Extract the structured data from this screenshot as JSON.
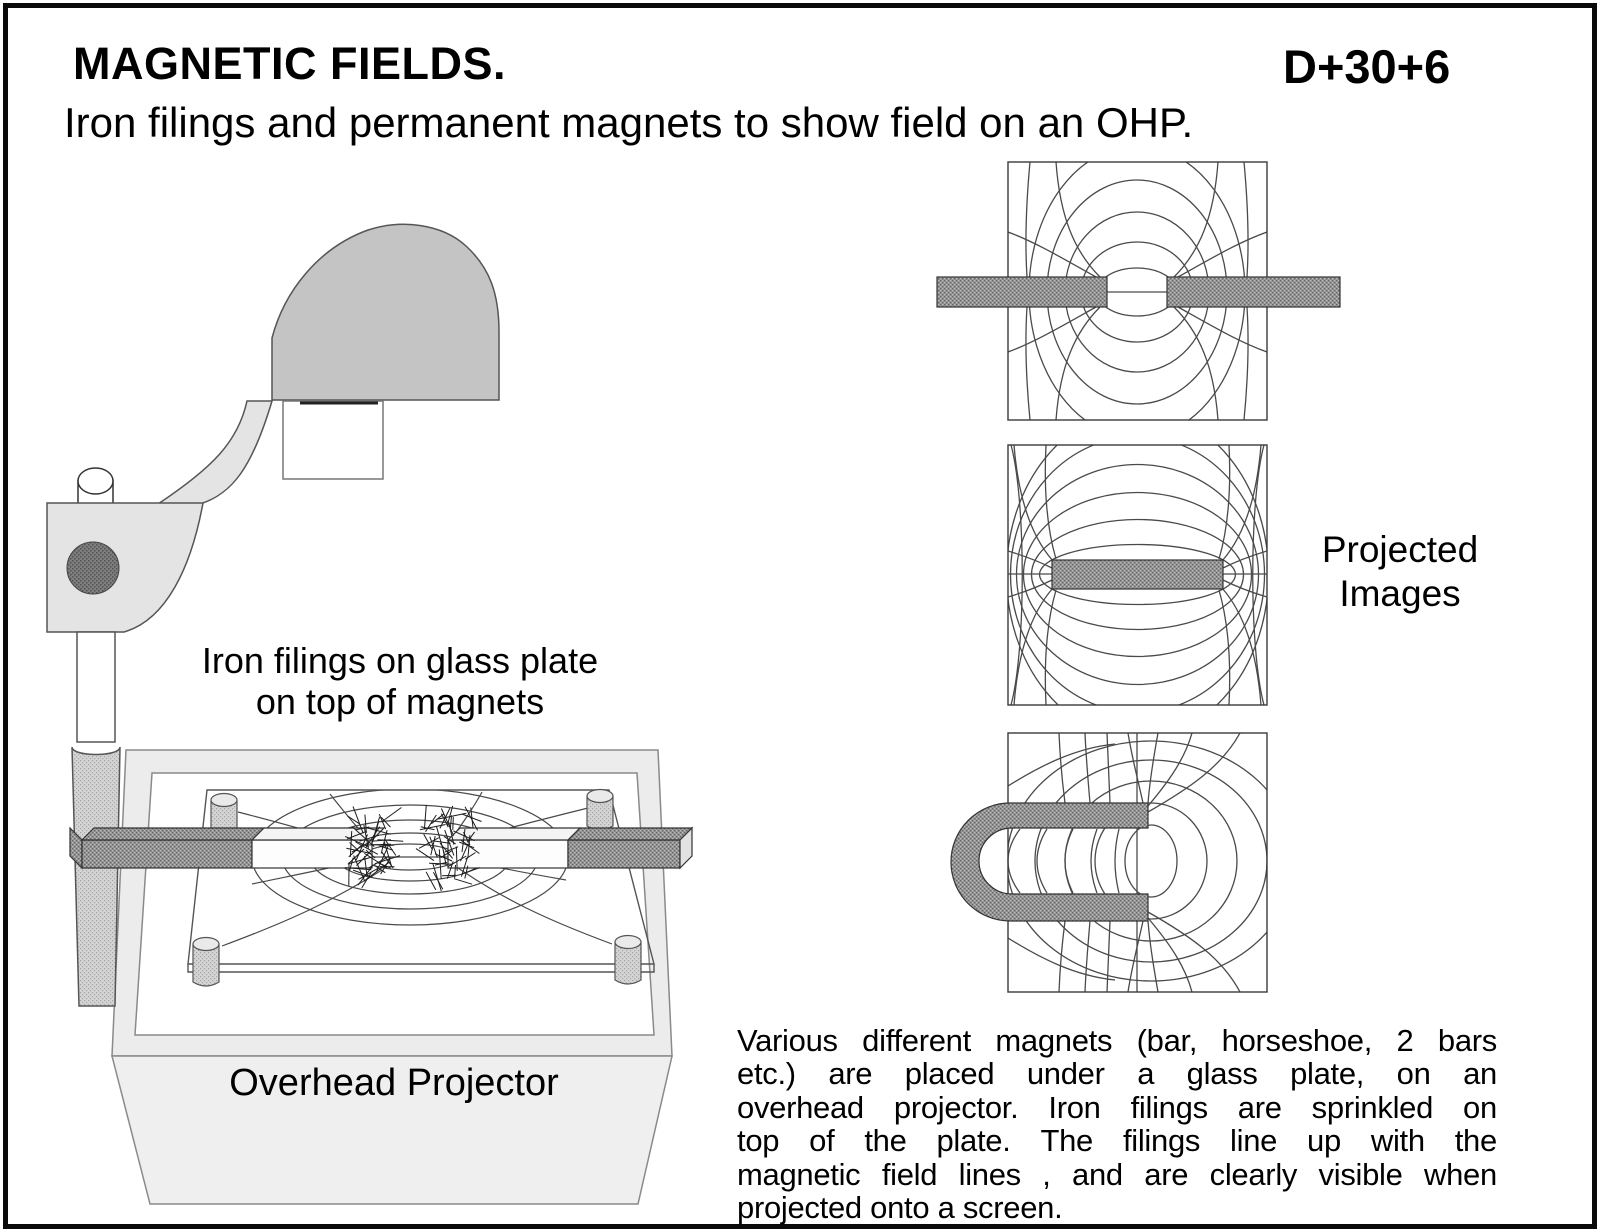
{
  "header": {
    "title": "MAGNETIC FIELDS.",
    "code": "D+30+6",
    "subtitle": "Iron filings and permanent magnets to show field on an OHP."
  },
  "projector": {
    "plate_label_line1": "Iron filings on glass plate",
    "plate_label_line2": "on top of magnets",
    "body_label": "Overhead Projector"
  },
  "projected_images": {
    "label_line1": "Projected",
    "label_line2": "Images"
  },
  "description": {
    "lines": [
      "Various different magnets (bar, horseshoe, 2 bars",
      "etc.) are placed under a glass plate, on an",
      "overhead projector. Iron filings are sprinkled on",
      "top of the plate. The filings line up with the",
      "magnetic field lines , and are clearly visible when",
      "projected onto a screen."
    ]
  },
  "icons": {
    "diagram_top": "two-bar-magnets-attracting-field",
    "diagram_middle": "single-bar-magnet-field",
    "diagram_bottom": "horseshoe-magnet-field"
  },
  "colors": {
    "page_border": "#0a0a0a",
    "magnet_gray": "#9b9b9b",
    "head_gray": "#c4c4c4",
    "arm_gray": "#e4e4e4",
    "box_gray": "#ededed",
    "collar_gray": "#c2c2c2",
    "field_line": "#4a4a4a"
  }
}
